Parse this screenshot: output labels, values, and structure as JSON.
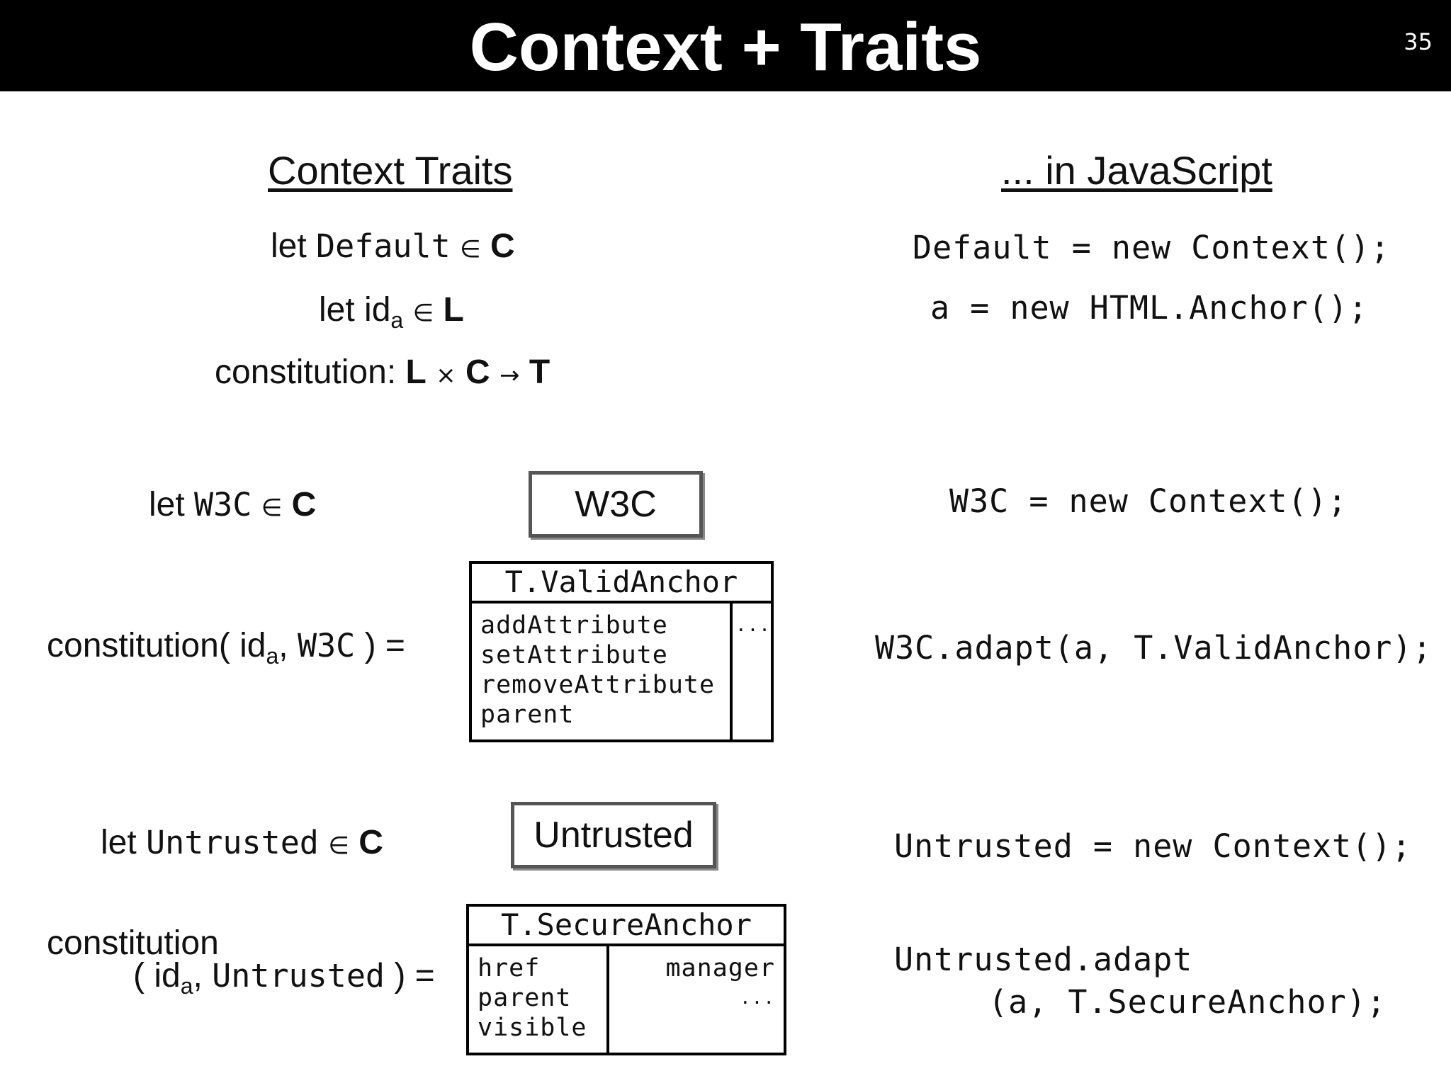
{
  "header": {
    "title": "Context + Traits",
    "slide_number": "35"
  },
  "columns": {
    "left_heading": "Context Traits",
    "right_heading": "... in JavaScript"
  },
  "math": {
    "let": "let",
    "default_name": "Default",
    "elem": "∈",
    "set_C": "C",
    "id": "id",
    "sub_a": "a",
    "set_L": "L",
    "constitution_sig": "constitution:",
    "times": "×",
    "arrow": "→",
    "set_T": "T",
    "w3c_name": "W3C",
    "untrusted_name": "Untrusted",
    "constitution": "constitution",
    "open_paren": "constitution(",
    "comma": ",",
    "close_eq": ") =",
    "paren_open": "(",
    "id_comma": ","
  },
  "js": {
    "default_ctx": "Default = new Context();",
    "anchor": "a = new HTML.Anchor();",
    "w3c_ctx": "W3C = new Context();",
    "w3c_adapt": "W3C.adapt(a, T.ValidAnchor);",
    "untrusted_ctx": "Untrusted = new Context();",
    "untrusted_adapt_1": "Untrusted.adapt",
    "untrusted_adapt_2": "(a, T.SecureAnchor);"
  },
  "diagram": {
    "w3c_box": "W3C",
    "untrusted_box": "Untrusted",
    "valid_anchor": {
      "title": "T.ValidAnchor",
      "left": [
        "addAttribute",
        "setAttribute",
        "removeAttribute",
        "parent"
      ],
      "right": [
        "..."
      ]
    },
    "secure_anchor": {
      "title": "T.SecureAnchor",
      "left": [
        "href",
        "parent",
        "visible"
      ],
      "right": [
        "manager",
        "..."
      ]
    }
  }
}
